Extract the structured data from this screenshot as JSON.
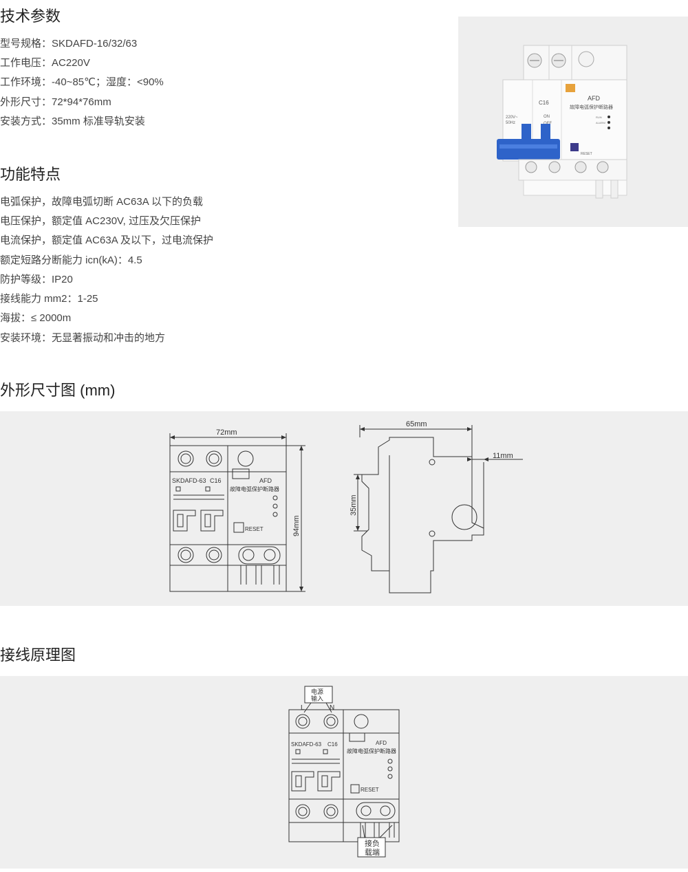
{
  "specs": {
    "title": "技术参数",
    "rows": [
      "型号规格：SKDAFD-16/32/63",
      "工作电压：AC220V",
      "工作环境：-40~85℃；湿度：<90%",
      "外形尺寸：72*94*76mm",
      "安装方式：35mm 标准导轨安装"
    ]
  },
  "features": {
    "title": "功能特点",
    "rows": [
      "电弧保护，故障电弧切断 AC63A 以下的负载",
      "电压保护，额定值 AC230V, 过压及欠压保护",
      "电流保护，额定值 AC63A 及以下，过电流保护",
      "额定短路分断能力 icn(kA)：4.5",
      "防护等级：IP20",
      "接线能力 mm2：1-25",
      "海拔：≤ 2000m",
      "安装环境：无显著振动和冲击的地方"
    ]
  },
  "photo": {
    "device_labels": {
      "brand": "AFD",
      "name": "故障电弧保护断路器",
      "rating": "C16",
      "on": "ON",
      "off": "OFF",
      "voltage": "220V~",
      "freq": "50Hz",
      "run": "RUN",
      "alarm": "ALARM",
      "reset": "RESET"
    }
  },
  "dimensions": {
    "title": "外形尺寸图 (mm)",
    "front": {
      "width_label": "72mm",
      "height_label": "94mm",
      "model": "SKDAFD-63",
      "rating": "C16",
      "brand": "AFD",
      "name": "故障电弧保护断路器",
      "reset": "RESET"
    },
    "side": {
      "depth_label": "65mm",
      "rail_label": "35mm",
      "offset_label": "11mm"
    }
  },
  "wiring": {
    "title": "接线原理图",
    "input_label_1": "电源",
    "input_label_2": "输入",
    "line": "L",
    "neutral": "N",
    "model": "SKDAFD-63",
    "rating": "C16",
    "brand": "AFD",
    "name": "故障电弧保护断路器",
    "reset": "RESET",
    "load_label_1": "接负",
    "load_label_2": "载端"
  }
}
